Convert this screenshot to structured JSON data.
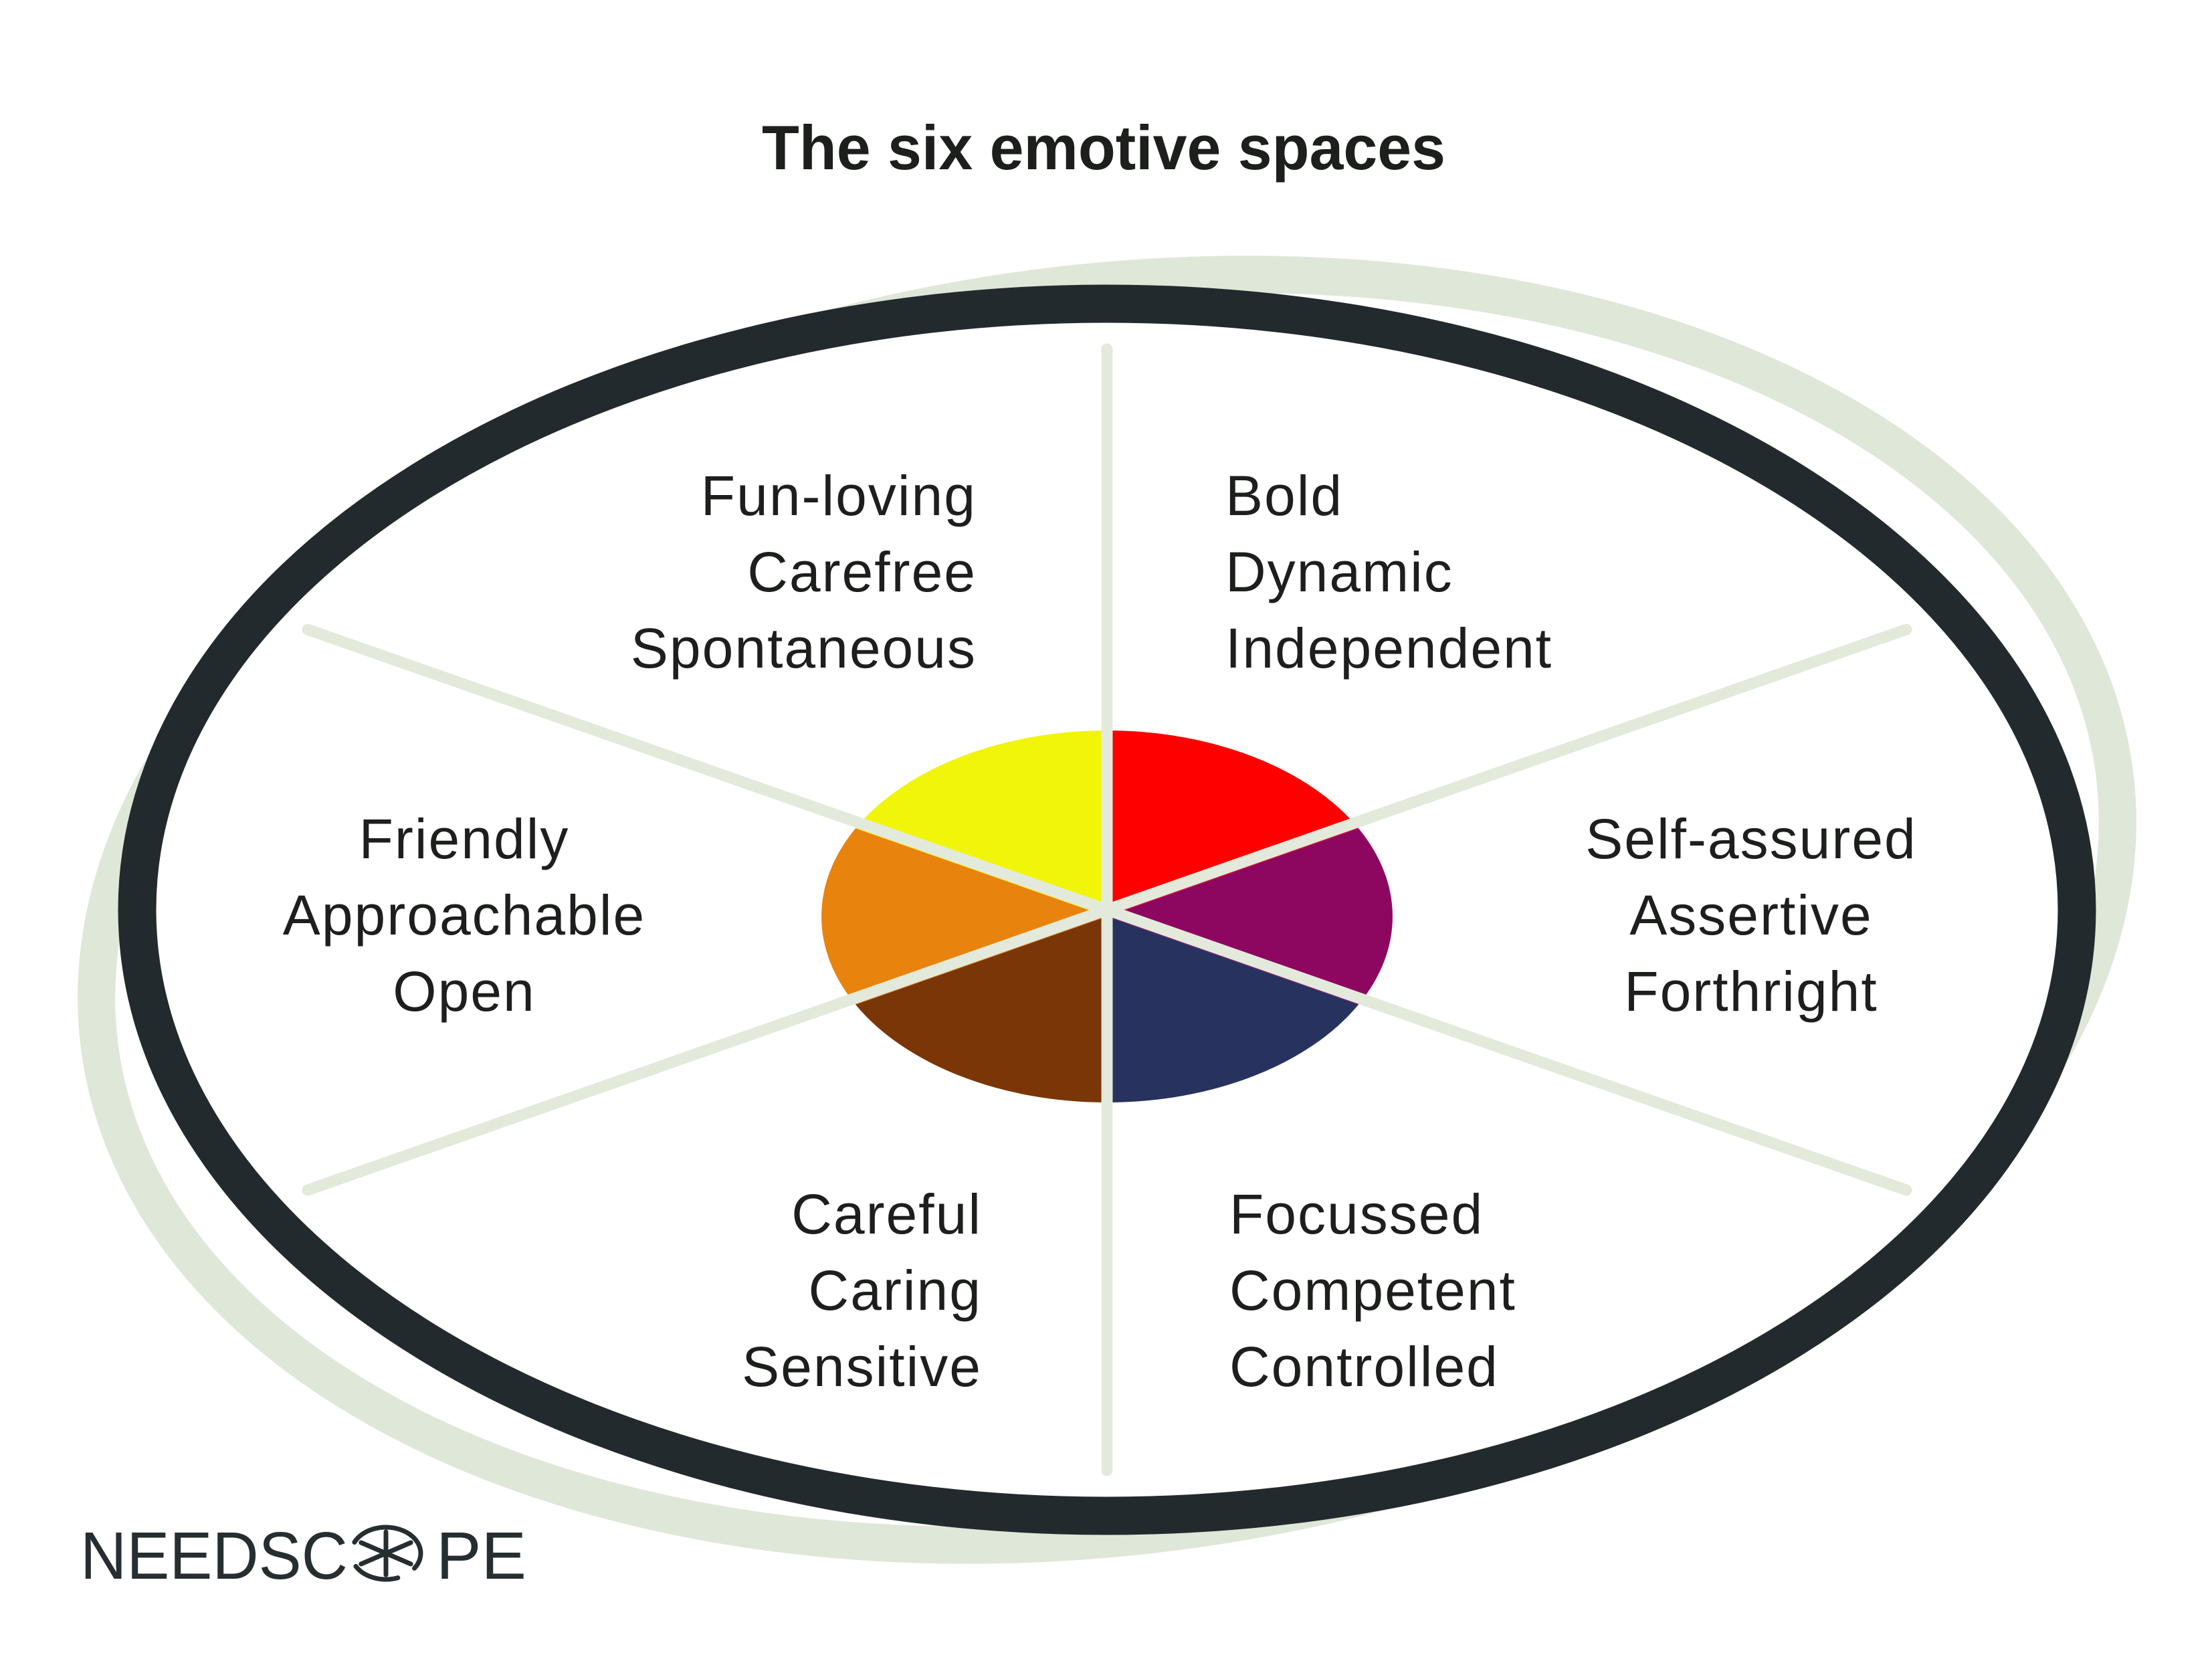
{
  "title": "The six emotive spaces",
  "logo": {
    "word_start": "NEEDSC",
    "word_end": "PE",
    "icon": "needscope-wheel-icon"
  },
  "colors": {
    "background": "#FFFFFF",
    "ring": "#232A2D",
    "swash": "#DFE7D8",
    "divider": "#E3EADC",
    "text": "#1D1F1D",
    "logo": "#272E31"
  },
  "segments": [
    {
      "id": "bold",
      "position": "top-right",
      "align": "left",
      "color": "#FE0000",
      "lines": [
        "Bold",
        "Dynamic",
        "Independent"
      ]
    },
    {
      "id": "fun-loving",
      "position": "top-left",
      "align": "right",
      "color": "#F1F50A",
      "lines": [
        "Fun-loving",
        "Carefree",
        "Spontaneous"
      ]
    },
    {
      "id": "friendly",
      "position": "left",
      "align": "center",
      "color": "#E8830E",
      "lines": [
        "Friendly",
        "Approachable",
        "Open"
      ]
    },
    {
      "id": "careful",
      "position": "bottom-left",
      "align": "right",
      "color": "#7A3606",
      "lines": [
        "Careful",
        "Caring",
        "Sensitive"
      ]
    },
    {
      "id": "focussed",
      "position": "bottom-right",
      "align": "left",
      "color": "#27325F",
      "lines": [
        "Focussed",
        "Competent",
        "Controlled"
      ]
    },
    {
      "id": "self-assured",
      "position": "right",
      "align": "center",
      "color": "#8D0761",
      "lines": [
        "Self-assured",
        "Assertive",
        "Forthright"
      ]
    }
  ],
  "chart_data": {
    "type": "pie",
    "title": "The six emotive spaces",
    "equal_segments": true,
    "slices": [
      {
        "label": "Bold / Dynamic / Independent",
        "color": "#FE0000",
        "angle_deg": 60,
        "sector": "upper-right"
      },
      {
        "label": "Fun-loving / Carefree / Spontaneous",
        "color": "#F1F50A",
        "angle_deg": 60,
        "sector": "upper-left"
      },
      {
        "label": "Friendly / Approachable / Open",
        "color": "#E8830E",
        "angle_deg": 60,
        "sector": "left"
      },
      {
        "label": "Careful / Caring / Sensitive",
        "color": "#7A3606",
        "angle_deg": 60,
        "sector": "lower-left"
      },
      {
        "label": "Focussed / Competent / Controlled",
        "color": "#27325F",
        "angle_deg": 60,
        "sector": "lower-right"
      },
      {
        "label": "Self-assured / Assertive / Forthright",
        "color": "#8D0761",
        "angle_deg": 60,
        "sector": "right"
      }
    ],
    "legend_position": "around-wheel",
    "grid": false
  }
}
